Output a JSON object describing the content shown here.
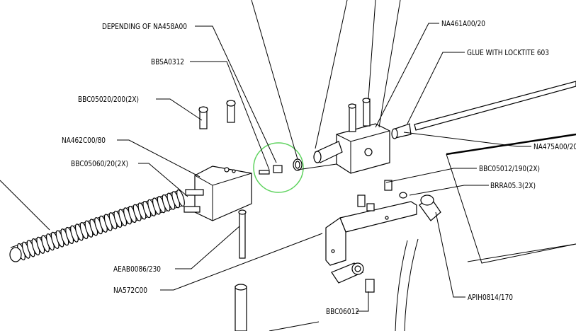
{
  "drawing": {
    "labels": {
      "depending": "DEPENDING OF NA458A00",
      "bbsa0312": "BBSA0312",
      "bbc05020": "BBC05020/200(2X)",
      "na462c00": "NA462C00/80",
      "bbc05060": "BBC05060/20(2X)",
      "aeab0086": "AEAB0086/230",
      "na572c00": "NA572C00",
      "na461a00": "NA461A00/20",
      "glue": "GLUE WITH LOCKTITE 603",
      "na475a00": "NA475A00/20",
      "bbc05012": "BBC05012/190(2X)",
      "brra053": "BRRA05.3(2X)",
      "apih0814": "APIH0814/170",
      "bbc06012": "BBC06012"
    },
    "highlight_color": "#5fd35f"
  }
}
